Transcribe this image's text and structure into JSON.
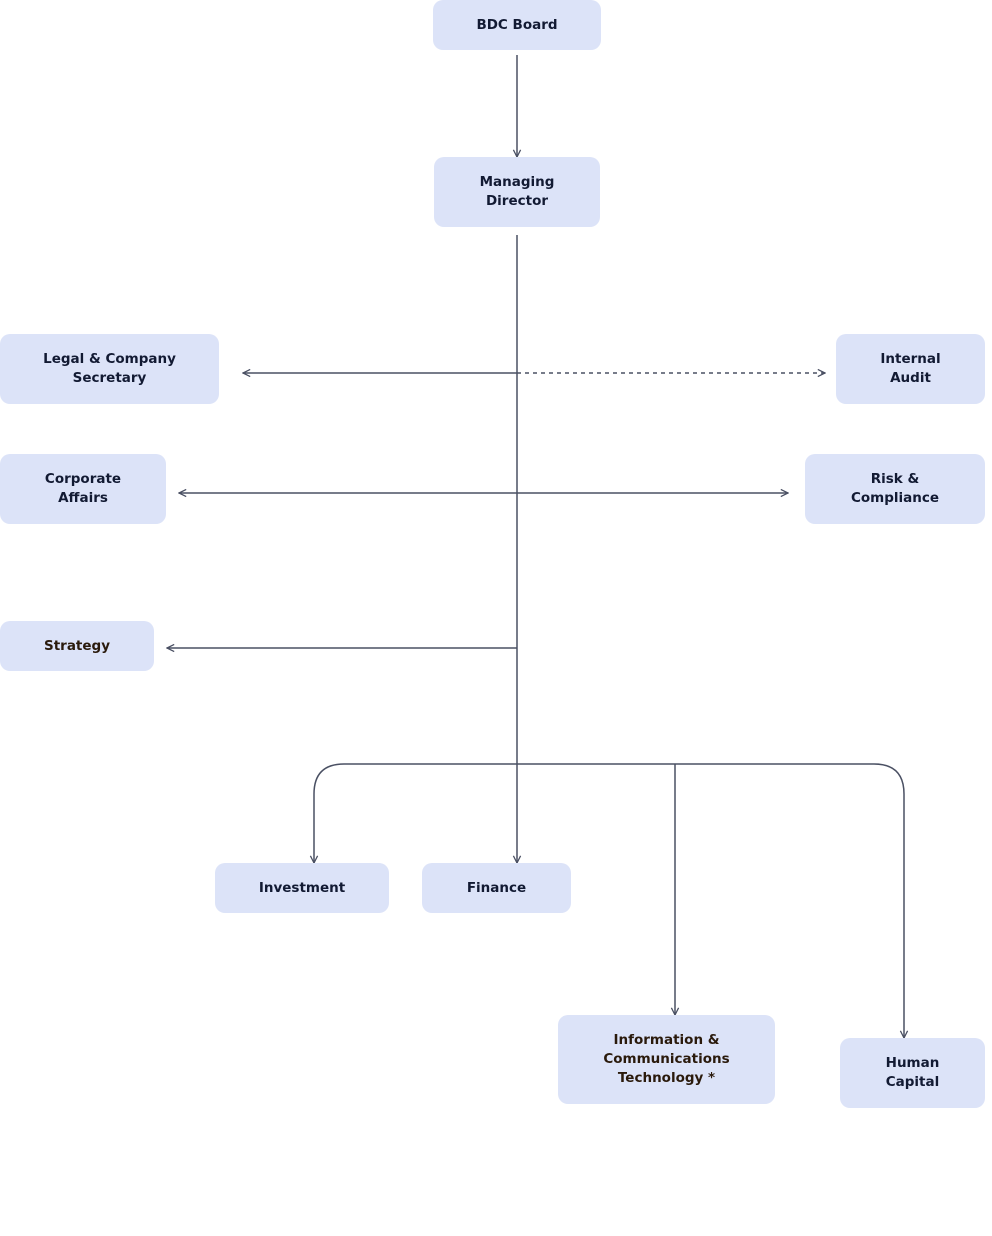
{
  "org_chart": {
    "nodes": {
      "board": "BDC Board",
      "managing_director": "Managing\nDirector",
      "legal": "Legal & Company\nSecretary",
      "internal_audit": "Internal\nAudit",
      "corporate_affairs": "Corporate\nAffairs",
      "risk": "Risk &\nCompliance",
      "strategy": "Strategy",
      "investment": "Investment",
      "finance": "Finance",
      "ict": "Information &\nCommunications\nTechnology *",
      "human_capital": "Human\nCapital"
    },
    "colors": {
      "node_fill": "#dce3f8",
      "node_text": "#121a33",
      "connector": "#4a5063"
    }
  }
}
